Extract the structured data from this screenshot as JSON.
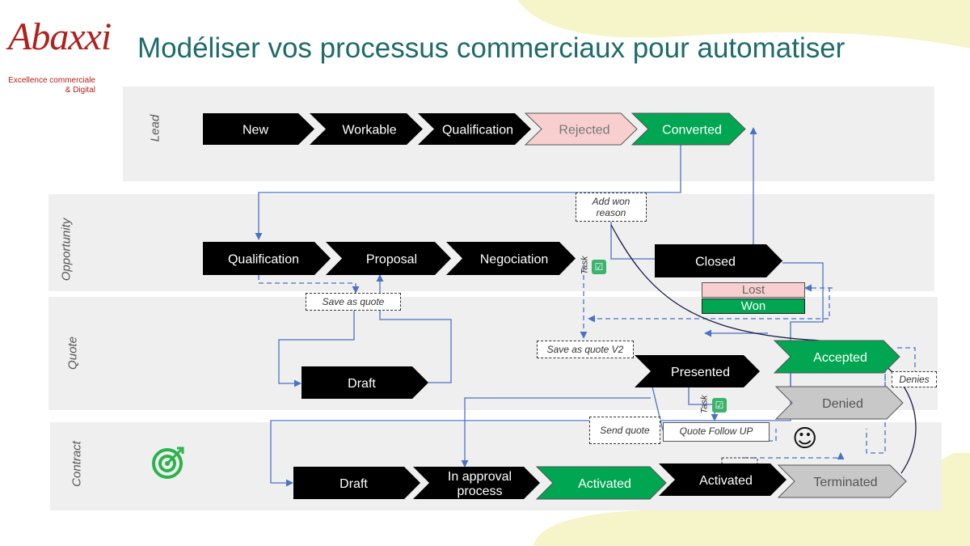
{
  "header": {
    "logo_name": "Abaxxi",
    "logo_tagline_1": "Excellence commerciale",
    "logo_tagline_2": "& Digital",
    "title": "Modéliser vos processus commerciaux pour automatiser"
  },
  "lanes": {
    "lead": "Lead",
    "opportunity": "Opportunity",
    "quote": "Quote",
    "contract": "Contract"
  },
  "steps": {
    "lead_new": "New",
    "lead_workable": "Workable",
    "lead_qualification": "Qualification",
    "lead_rejected": "Rejected",
    "lead_converted": "Converted",
    "opp_qualification": "Qualification",
    "opp_proposal": "Proposal",
    "opp_negociation": "Negociation",
    "opp_closed": "Closed",
    "quote_draft": "Draft",
    "quote_presented": "Presented",
    "quote_accepted": "Accepted",
    "quote_denied": "Denied",
    "contract_draft": "Draft",
    "contract_approval_1": "In approval",
    "contract_approval_2": "process",
    "contract_activated_1": "Activated",
    "contract_activated_2": "Activated",
    "contract_terminated": "Terminated"
  },
  "outcomes": {
    "lost": "Lost",
    "won": "Won"
  },
  "notes": {
    "add_won_reason_1": "Add won",
    "add_won_reason_2": "reason",
    "save_as_quote": "Save as quote",
    "save_as_quote_v2": "Save as quote V2",
    "send_quote": "Send quote",
    "quote_follow_up": "Quote Follow UP",
    "denies": "Denies",
    "task_1": "Task",
    "task_2": "Task"
  },
  "colors": {
    "step_black": "#000000",
    "step_green": "#00a651",
    "step_pink": "#f8cfcf",
    "step_grey": "#c8c8c8",
    "title_teal": "#1e6b6b",
    "logo_red": "#b0201c",
    "connector_blue": "#4a72c4",
    "lane_bg": "#efefef",
    "blob_yellow": "#f6f4c9"
  },
  "icons": {
    "task_icon": "checklist-icon",
    "smiley_icon": "smiley-icon",
    "target_icon": "target-icon"
  }
}
